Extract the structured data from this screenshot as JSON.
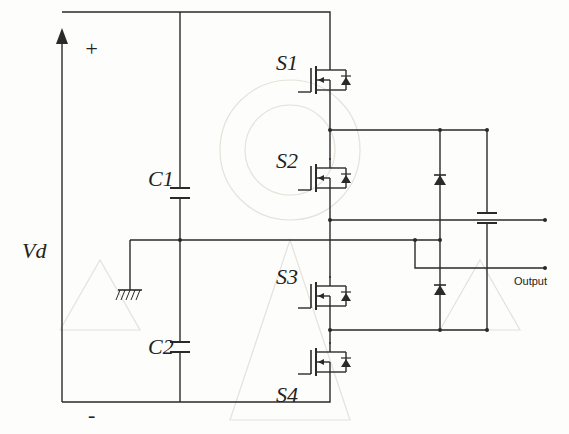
{
  "diagram": {
    "labels": [
      "+",
      "-",
      "Vd",
      "C1",
      "C2",
      "S1",
      "S2",
      "S3",
      "S4",
      "Output"
    ]
  }
}
